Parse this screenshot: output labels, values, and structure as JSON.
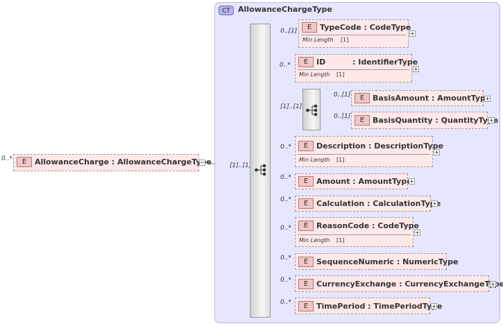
{
  "complex_type": {
    "badge": "CT",
    "title": "AllowanceChargeType"
  },
  "root_element": {
    "badge": "E",
    "name": "AllowanceCharge : AllowanceChargeType",
    "cardinality": "0..*"
  },
  "sequence": {
    "cardinality": "[1]..[1]"
  },
  "children": [
    {
      "badge": "E",
      "name": "TypeCode : CodeType",
      "cardinality": "0..[1]",
      "facet_label": "Min Length",
      "facet_value": "[1]"
    },
    {
      "badge": "E",
      "name_left": "ID",
      "name_right": ": IdentifierType",
      "cardinality": "0..*",
      "facet_label": "Min Length",
      "facet_value": "[1]"
    },
    {
      "cardinality": "[1]..[1]"
    },
    {
      "badge": "E",
      "name": "Description : DescriptionType",
      "cardinality": "0..*",
      "facet_label": "Min Length",
      "facet_value": "[1]"
    },
    {
      "badge": "E",
      "name": "Amount  : AmountType",
      "cardinality": "0..*"
    },
    {
      "badge": "E",
      "name": "Calculation : CalculationType",
      "cardinality": "0..*"
    },
    {
      "badge": "E",
      "name": "ReasonCode : CodeType",
      "cardinality": "0..*",
      "facet_label": "Min Length",
      "facet_value": "[1]"
    },
    {
      "badge": "E",
      "name": "SequenceNumeric : NumericType",
      "cardinality": "0..*"
    },
    {
      "badge": "E",
      "name": "CurrencyExchange : CurrencyExchangeType",
      "cardinality": "0..*"
    },
    {
      "badge": "E",
      "name": "TimePeriod : TimePeriodType",
      "cardinality": "0..*"
    }
  ],
  "basis": [
    {
      "badge": "E",
      "name": "BasisAmount : AmountType",
      "cardinality": "0..[1]"
    },
    {
      "badge": "E",
      "name": "BasisQuantity : QuantityType",
      "cardinality": "0..[1]"
    }
  ],
  "icons": {
    "sequence": "sequence-icon",
    "expand": "expand-icon",
    "collapse": "collapse-icon"
  }
}
